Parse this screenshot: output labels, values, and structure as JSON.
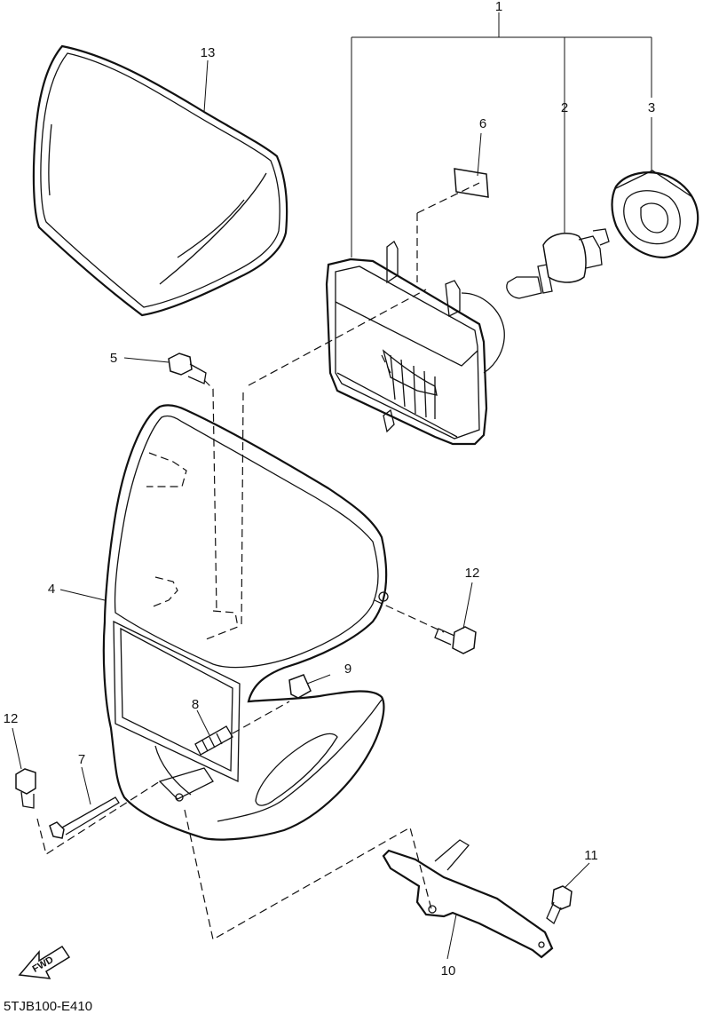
{
  "diagram": {
    "code": "5TJB100-E410",
    "fwd_label": "FWD",
    "callouts": [
      "1",
      "2",
      "3",
      "4",
      "5",
      "6",
      "7",
      "8",
      "9",
      "10",
      "11",
      "12",
      "12",
      "13"
    ]
  }
}
